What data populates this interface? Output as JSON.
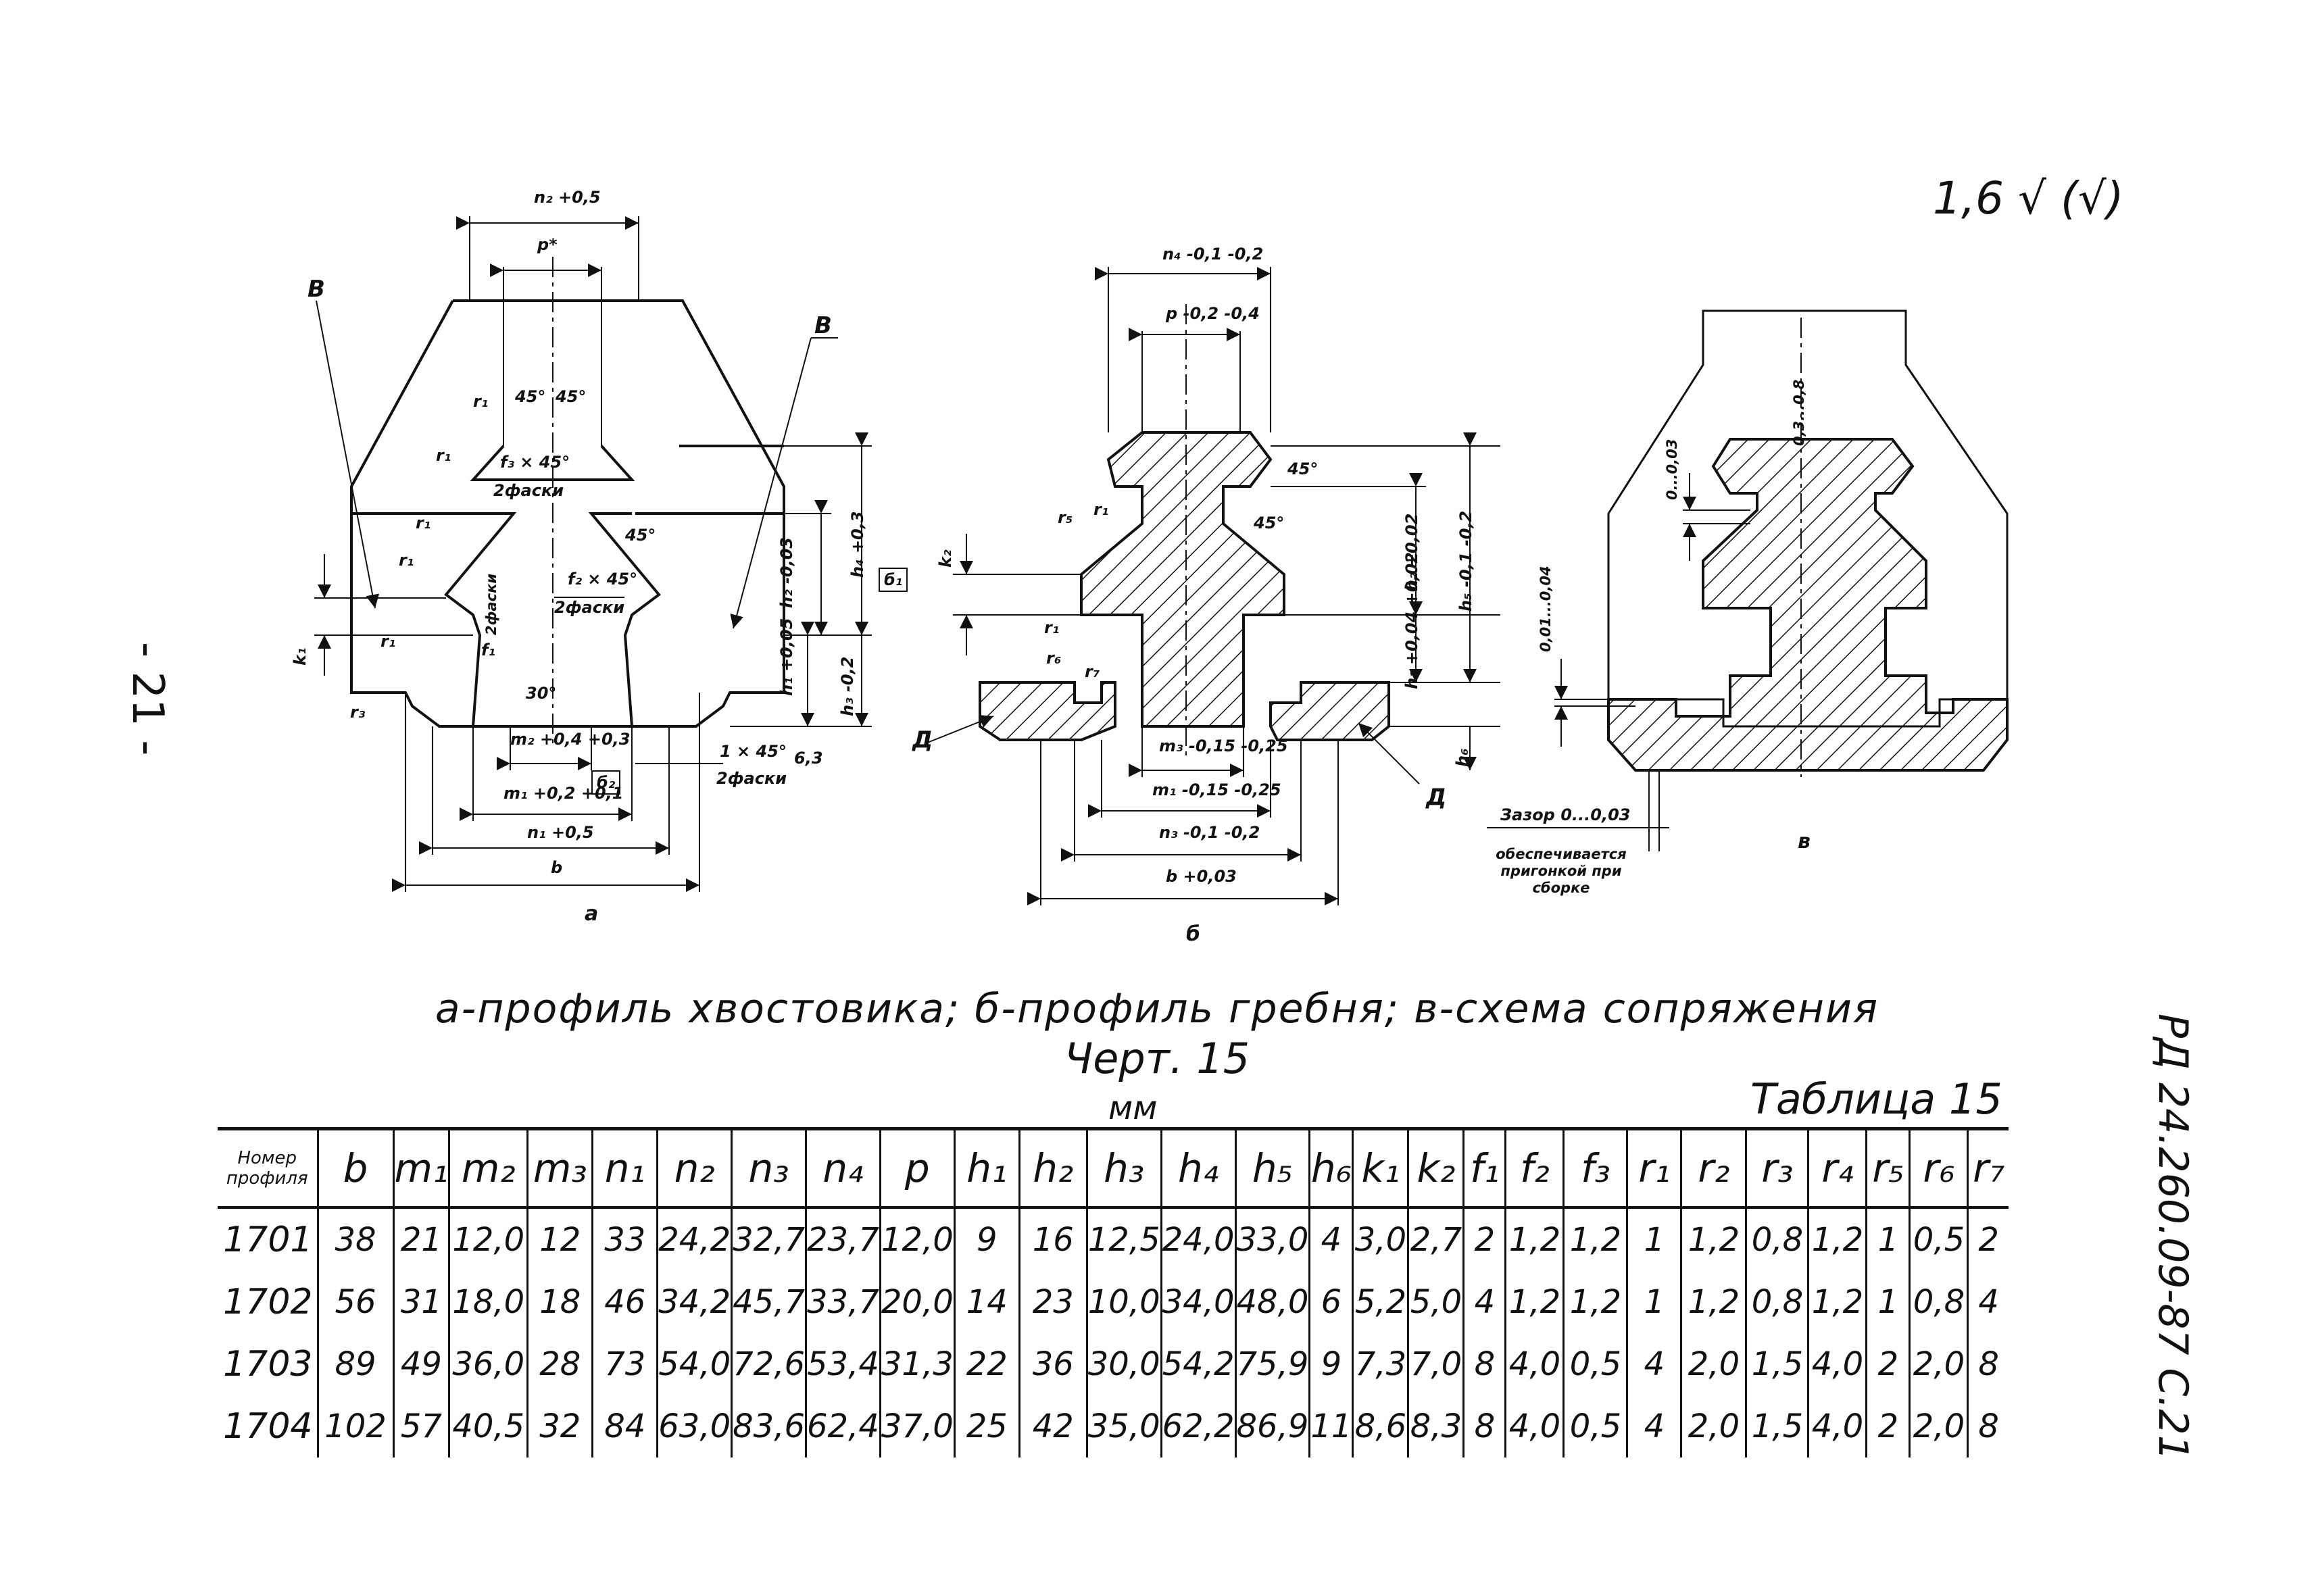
{
  "page_number": "- 21 -",
  "document_code": "РД 24.260.09-87   С.21",
  "roughness_symbol": "1,6 √ (√)",
  "figure": {
    "caption": "а-профиль хвостовика; б-профиль гребня; в-схема сопряжения",
    "title": "Черт. 15",
    "views": {
      "a": {
        "letter": "а",
        "labels": {
          "n2": "n₂ +0,5",
          "p": "p*",
          "B_left": "В",
          "B_right": "В",
          "r1a": "r₁",
          "r1b": "r₁",
          "r1c": "r₁",
          "r1d": "r₁",
          "r1e": "r₁",
          "r3": "r₃",
          "deg45a": "45°",
          "deg45b": "45°",
          "deg45c": "45°",
          "deg30": "30°",
          "f3": "f₃ × 45°",
          "fask2a": "2фаски",
          "f2": "f₂ × 45°",
          "fask2b": "2фаски",
          "fask2c": "2фаски",
          "f1": "f₁",
          "h2": "h₂ -0,03",
          "h4": "h₄ +0,3",
          "h1": "h₁ +0,05",
          "h3": "h₃ -0,2",
          "b1": "б₁",
          "b2": "б₂",
          "k1": "k₁",
          "m2": "m₂ +0,4 +0,3",
          "m1": "m₁ +0,2 +0,1",
          "n1": "n₁ +0,5",
          "b": "b",
          "chamfer": "1 × 45°",
          "chamfer2": "2фаски",
          "rough": "6,3"
        }
      },
      "b": {
        "letter": "б",
        "labels": {
          "n4": "n₄ -0,1 -0,2",
          "p": "p -0,2 -0,4",
          "deg45a": "45°",
          "deg45b": "45°",
          "k2": "k₂",
          "r5": "r₅",
          "r1a": "r₁",
          "r1b": "r₁",
          "r6": "r₆",
          "r7": "r₇",
          "h2": "h₂ +0,02",
          "h5": "h₅ -0,1 -0,2",
          "h1": "h₁ +0,04 +0,02",
          "h6": "h₆",
          "m3": "m₃ -0,15 -0,25",
          "m1": "m₁ -0,15 -0,25",
          "n3": "n₃ -0,1 -0,2",
          "b": "b +0,03",
          "D_left": "Д",
          "D_right": "Д"
        }
      },
      "c": {
        "letter": "в",
        "labels": {
          "gap1": "0,3...0,8",
          "gap2": "0...0,03",
          "gap3": "0,01...0,04",
          "gap_note": "Зазор 0...0,03",
          "note": "обеспечивается пригонкой при сборке"
        }
      }
    }
  },
  "table": {
    "title": "Таблица 15",
    "unit": "мм",
    "headers": [
      "Номер профиля",
      "b",
      "m₁",
      "m₂",
      "m₃",
      "n₁",
      "n₂",
      "n₃",
      "n₄",
      "p",
      "h₁",
      "h₂",
      "h₃",
      "h₄",
      "h₅",
      "h₆",
      "k₁",
      "k₂",
      "f₁",
      "f₂",
      "f₃",
      "r₁",
      "r₂",
      "r₃",
      "r₄",
      "r₅",
      "r₆",
      "r₇"
    ],
    "rows": [
      [
        "1701",
        "38",
        "21",
        "12,0",
        "12",
        "33",
        "24,2",
        "32,7",
        "23,7",
        "12,0",
        "9",
        "16",
        "12,5",
        "24,0",
        "33,0",
        "4",
        "3,0",
        "2,7",
        "2",
        "1,2",
        "1,2",
        "1",
        "1,2",
        "0,8",
        "1,2",
        "1",
        "0,5",
        "2"
      ],
      [
        "1702",
        "56",
        "31",
        "18,0",
        "18",
        "46",
        "34,2",
        "45,7",
        "33,7",
        "20,0",
        "14",
        "23",
        "10,0",
        "34,0",
        "48,0",
        "6",
        "5,2",
        "5,0",
        "4",
        "1,2",
        "1,2",
        "1",
        "1,2",
        "0,8",
        "1,2",
        "1",
        "0,8",
        "4"
      ],
      [
        "1703",
        "89",
        "49",
        "36,0",
        "28",
        "73",
        "54,0",
        "72,6",
        "53,4",
        "31,3",
        "22",
        "36",
        "30,0",
        "54,2",
        "75,9",
        "9",
        "7,3",
        "7,0",
        "8",
        "4,0",
        "0,5",
        "4",
        "2,0",
        "1,5",
        "4,0",
        "2",
        "2,0",
        "8"
      ],
      [
        "1704",
        "102",
        "57",
        "40,5",
        "32",
        "84",
        "63,0",
        "83,6",
        "62,4",
        "37,0",
        "25",
        "42",
        "35,0",
        "62,2",
        "86,9",
        "11",
        "8,6",
        "8,3",
        "8",
        "4,0",
        "0,5",
        "4",
        "2,0",
        "1,5",
        "4,0",
        "2",
        "2,0",
        "8"
      ]
    ]
  }
}
